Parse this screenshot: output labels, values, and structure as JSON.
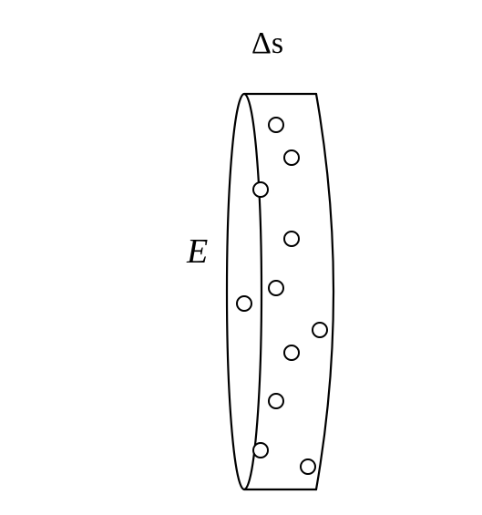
{
  "labels": {
    "delta_s": "Δs",
    "field": "E"
  },
  "particles": [
    {
      "name": "particle-1"
    },
    {
      "name": "particle-2"
    },
    {
      "name": "particle-3"
    },
    {
      "name": "particle-4"
    },
    {
      "name": "particle-5"
    },
    {
      "name": "particle-6"
    },
    {
      "name": "particle-7"
    },
    {
      "name": "particle-8"
    },
    {
      "name": "particle-9"
    },
    {
      "name": "particle-10"
    },
    {
      "name": "particle-11"
    },
    {
      "name": "particle-12"
    }
  ],
  "colors": {
    "stroke": "#000000",
    "background": "#ffffff"
  }
}
